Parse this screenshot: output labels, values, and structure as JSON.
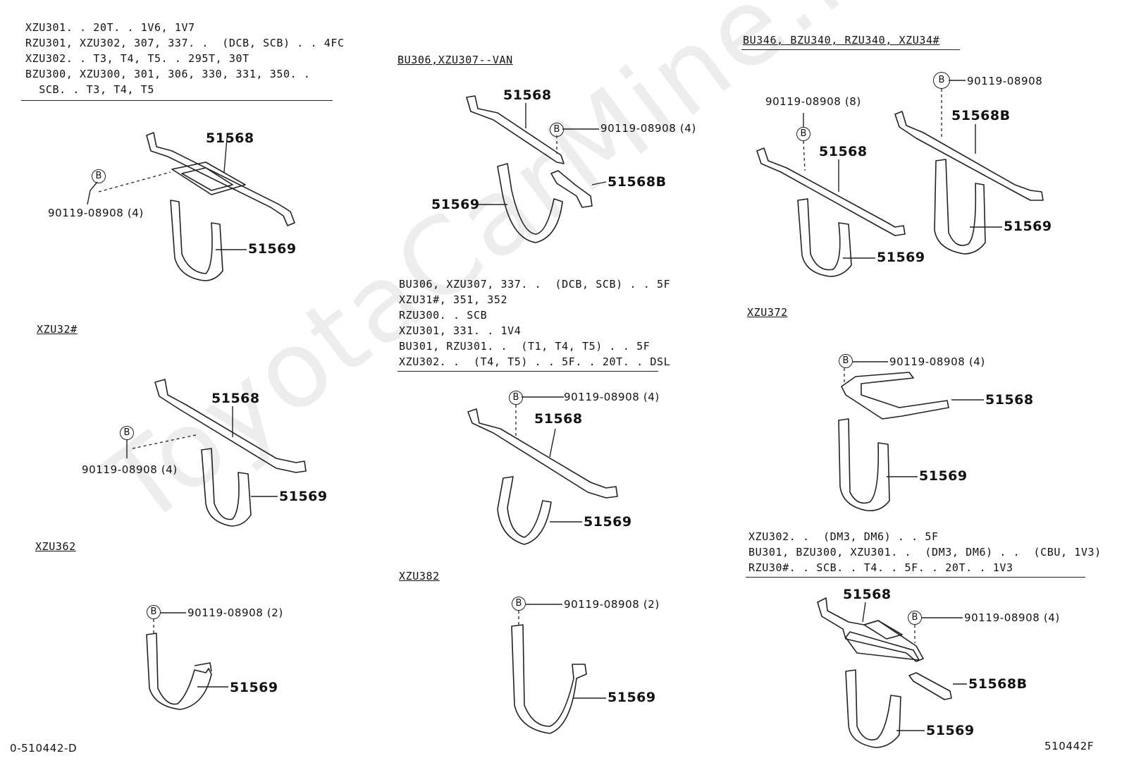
{
  "watermark": "ToyotaCarMine.ru",
  "footer": {
    "left_code": "0-510442-D",
    "right_code": "510442F"
  },
  "groups": {
    "g1": {
      "lines": [
        "XZU301. . 20T. . 1V6, 1V7",
        "RZU301, XZU302, 307, 337. .  (DCB, SCB) . . 4FC",
        "XZU302. . T3, T4, T5. . 295T, 30T",
        "BZU300, XZU300, 301, 306, 330, 331, 350. .",
        "  SCB. . T3, T4, T5"
      ],
      "p51568": "51568",
      "p51569": "51569",
      "bolt_code": "90119-08908 (4)"
    },
    "g2": {
      "heading": "BU306,XZU307--VAN",
      "p51568": "51568",
      "p51568b": "51568B",
      "p51569": "51569",
      "bolt_code": "90119-08908 (4)"
    },
    "g3": {
      "heading": "BU346, BZU340, RZU340, XZU34#",
      "p51568": "51568",
      "p51568b": "51568B",
      "p51569a": "51569",
      "p51569b": "51569",
      "bolt_code_a": "90119-08908 (8)",
      "bolt_code_b": "90119-08908"
    },
    "g4": {
      "heading": "XZU32#",
      "p51568": "51568",
      "p51569": "51569",
      "bolt_code": "90119-08908 (4)"
    },
    "g5": {
      "lines": [
        "BU306, XZU307, 337. .  (DCB, SCB) . . 5F",
        "XZU31#, 351, 352",
        "RZU300. . SCB",
        "XZU301, 331. . 1V4",
        "BU301, RZU301. .  (T1, T4, T5) . . 5F",
        "XZU302. .  (T4, T5) . . 5F. . 20T. . DSL"
      ],
      "p51568": "51568",
      "p51569": "51569",
      "bolt_code": "90119-08908 (4)"
    },
    "g6": {
      "heading": "XZU372",
      "p51568": "51568",
      "p51569": "51569",
      "bolt_code": "90119-08908 (4)"
    },
    "g7": {
      "heading": "XZU362",
      "p51569": "51569",
      "bolt_code": "90119-08908 (2)"
    },
    "g8": {
      "heading": "XZU382",
      "p51569": "51569",
      "bolt_code": "90119-08908 (2)"
    },
    "g9": {
      "lines": [
        "XZU302. .  (DM3, DM6) . . 5F",
        "BU301, BZU300, XZU301. .  (DM3, DM6) . .  (CBU, 1V3)",
        "RZU30#. . SCB. . T4. . 5F. . 20T. . 1V3"
      ],
      "p51568": "51568",
      "p51568b": "51568B",
      "p51569": "51569",
      "bolt_code": "90119-08908 (4)"
    }
  },
  "bolt_symbol": "B"
}
